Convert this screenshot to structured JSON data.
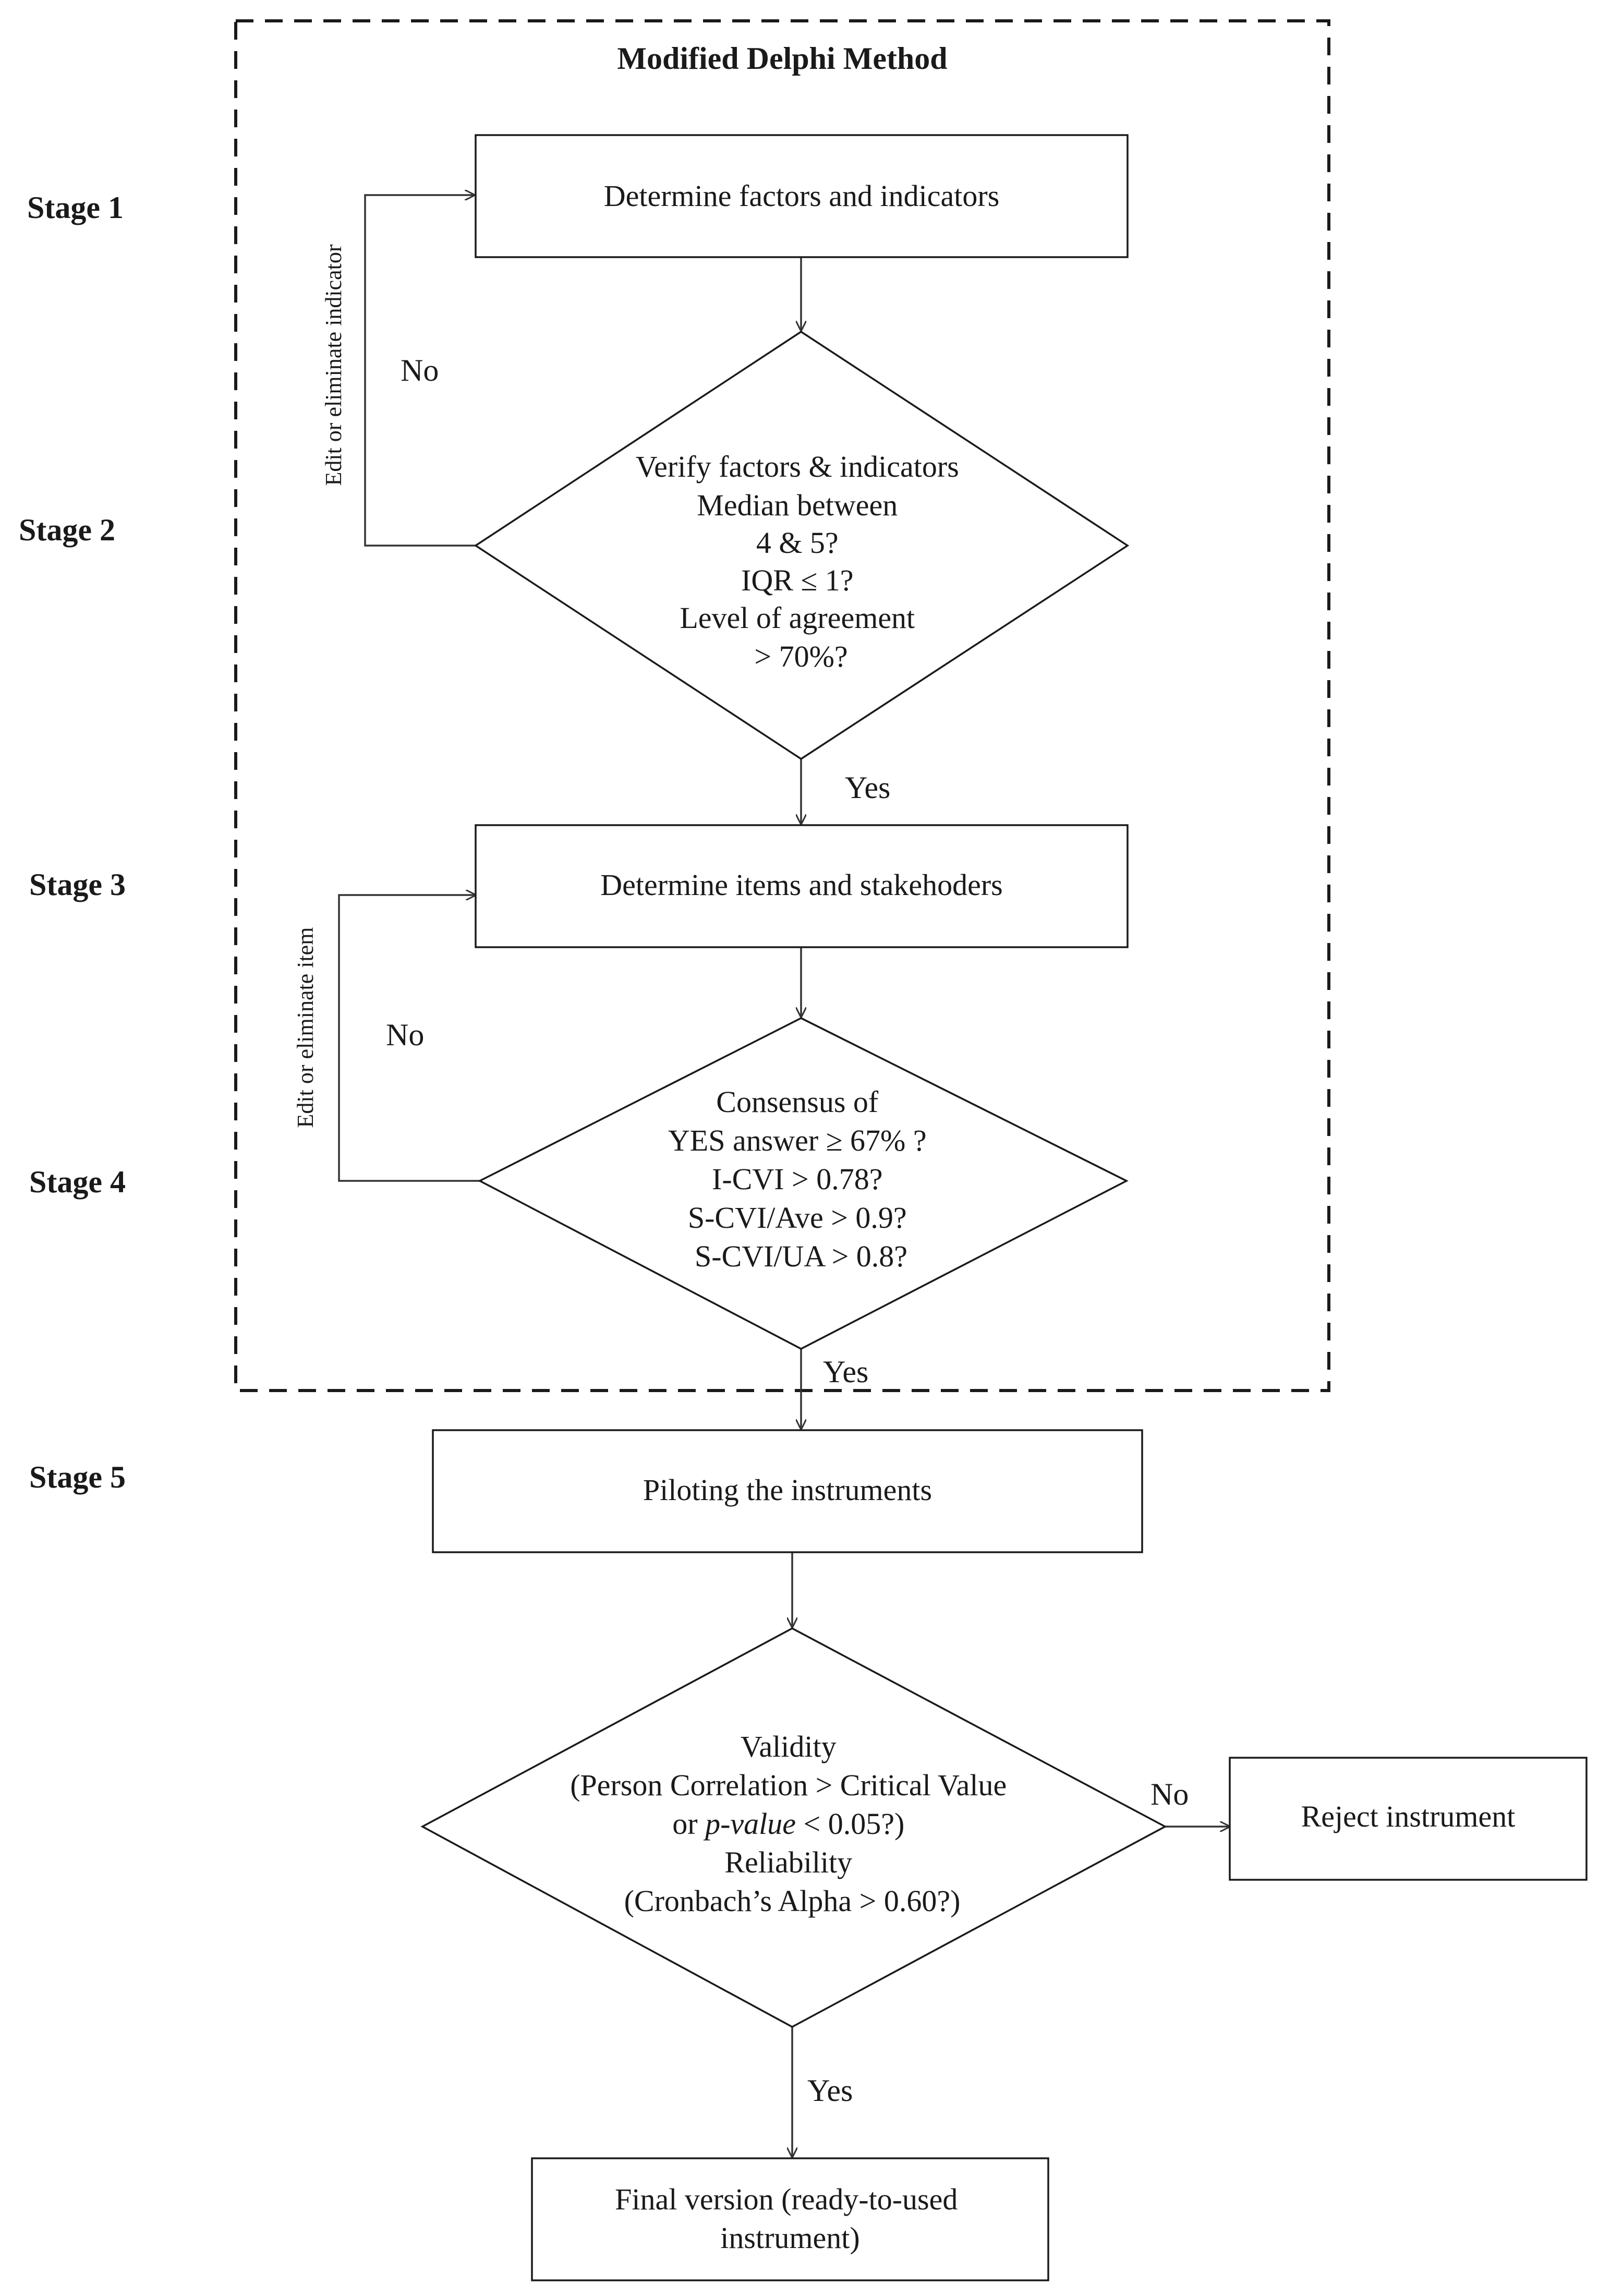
{
  "frame_title": "Modified Delphi Method",
  "stages": [
    "Stage 1",
    "Stage 2",
    "Stage 3",
    "Stage 4",
    "Stage 5"
  ],
  "nodes": {
    "determine_factors": "Determine factors and indicators",
    "verify_lines": [
      "Verify factors & indicators",
      "Median between",
      "4 & 5?",
      "IQR ≤ 1?",
      "Level of agreement",
      "> 70%?"
    ],
    "determine_items": "Determine items and stakehoders",
    "consensus_lines": [
      "Consensus of",
      "YES answer ≥ 67% ?",
      "I-CVI > 0.78?",
      "S-CVI/Ave  > 0.9?",
      "S-CVI/UA > 0.8?"
    ],
    "piloting": "Piloting the instruments",
    "validity": {
      "line1": "Validity",
      "line2": "(Person Correlation  > Critical Value",
      "line3_prefix": "or ",
      "line3_italic": "p-value",
      "line3_suffix": " < 0.05?)",
      "line4": "Reliability",
      "line5": "(Cronbach’s Alpha > 0.60?)"
    },
    "reject": "Reject instrument",
    "final_lines": [
      "Final version (ready-to-used",
      "instrument)"
    ]
  },
  "branch_labels": {
    "no_1": "No",
    "yes_1": "Yes",
    "no_2": "No",
    "yes_2": "Yes",
    "no_3": "No",
    "yes_3": "Yes"
  },
  "loop_labels": {
    "indicator": "Edit or eliminate indicator",
    "item": "Edit or eliminate item"
  }
}
